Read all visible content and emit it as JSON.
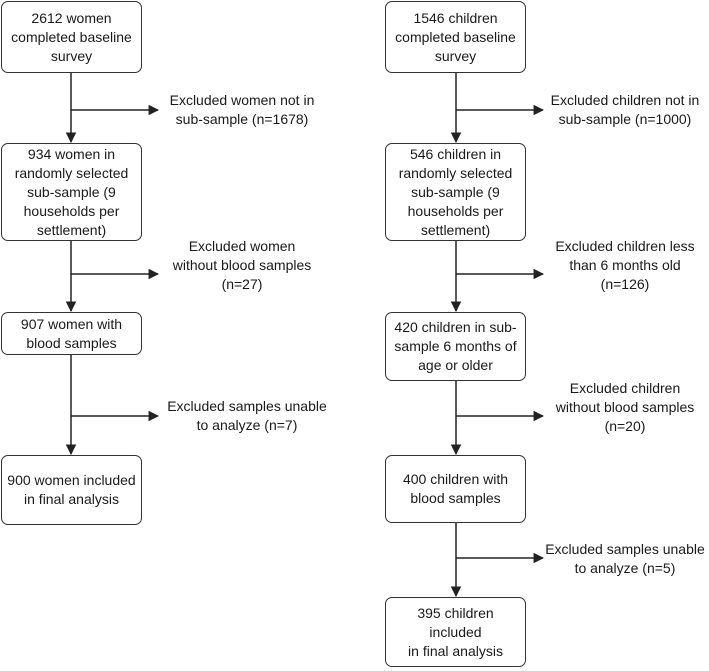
{
  "women": {
    "boxes": [
      "2612 women\ncompleted baseline\nsurvey",
      "934 women in\nrandomly selected\nsub-sample (9\nhouseholds per\nsettlement)",
      "907 women with\nblood samples",
      "900 women included\nin final analysis"
    ],
    "exclusions": [
      "Excluded women not in\nsub-sample (n=1678)",
      "Excluded women\nwithout blood samples\n(n=27)",
      "Excluded samples unable\nto analyze (n=7)"
    ]
  },
  "children": {
    "boxes": [
      "1546 children\ncompleted baseline\nsurvey",
      "546 children in\nrandomly selected\nsub-sample (9\nhouseholds per\nsettlement)",
      "420 children in sub-\nsample 6 months of\nage or older",
      "400 children with\nblood samples",
      "395 children included\nin final analysis"
    ],
    "exclusions": [
      "Excluded children not in\nsub-sample (n=1000)",
      "Excluded children less\nthan 6 months old\n(n=126)",
      "Excluded children\nwithout blood samples\n(n=20)",
      "Excluded samples unable\nto analyze (n=5)"
    ]
  }
}
